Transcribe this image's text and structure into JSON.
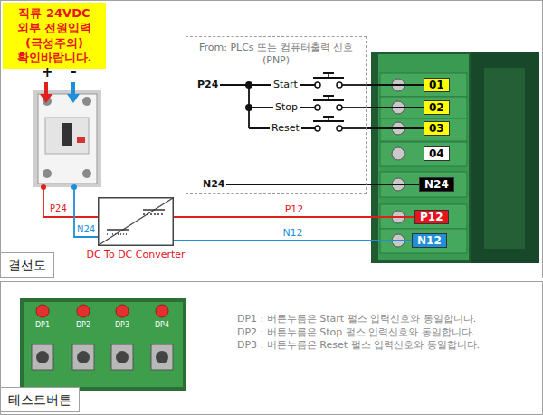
{
  "diagram": {
    "nodes": [
      {
        "text": [
          "직류 24VDC 외부 전원입력 (극성주의) 확인바랍니다."
        ]
      },
      {
        "text": [
          "From: PLCs 또는 컴퓨터출력 신호 (PNP)"
        ]
      },
      {
        "text": [
          "01"
        ]
      },
      {
        "text": [
          "02"
        ]
      },
      {
        "text": [
          "03"
        ]
      },
      {
        "text": [
          "04"
        ]
      },
      {
        "text": [
          "N24"
        ]
      },
      {
        "text": [
          "P12"
        ]
      },
      {
        "text": [
          "N12"
        ]
      },
      {
        "text": [
          "DC To DC Converter"
        ]
      },
      {
        "text": [
          "결선도"
        ]
      },
      {
        "text": [
          "테스트버튼"
        ]
      }
    ],
    "edges": [
      {
        "from": 1,
        "to": 2,
        "arrow": "none"
      },
      {
        "from": 1,
        "to": 3,
        "arrow": "none"
      },
      {
        "from": 1,
        "to": 4,
        "arrow": "none"
      },
      {
        "from": 1,
        "to": 6,
        "arrow": "none"
      },
      {
        "from": 9,
        "to": 7,
        "label": "P12",
        "arrow": "none"
      },
      {
        "from": 9,
        "to": 8,
        "label": "N12",
        "arrow": "none"
      }
    ],
    "labels": [
      "+",
      "-",
      "P24",
      "Start",
      "Stop",
      "Reset",
      "N24",
      "P24",
      "N24",
      "DP1",
      "DP2",
      "DP3",
      "DP4",
      "DP1 : 버튼누름은 Start 펄스 입력신호와 동일합니다.",
      "DP2 : 버튼누름은 Stop 펄스 입력신호와 동일합니다.",
      "DP3 : 버튼누름은 Reset 펄스 입력신호와 동일합니다."
    ]
  }
}
